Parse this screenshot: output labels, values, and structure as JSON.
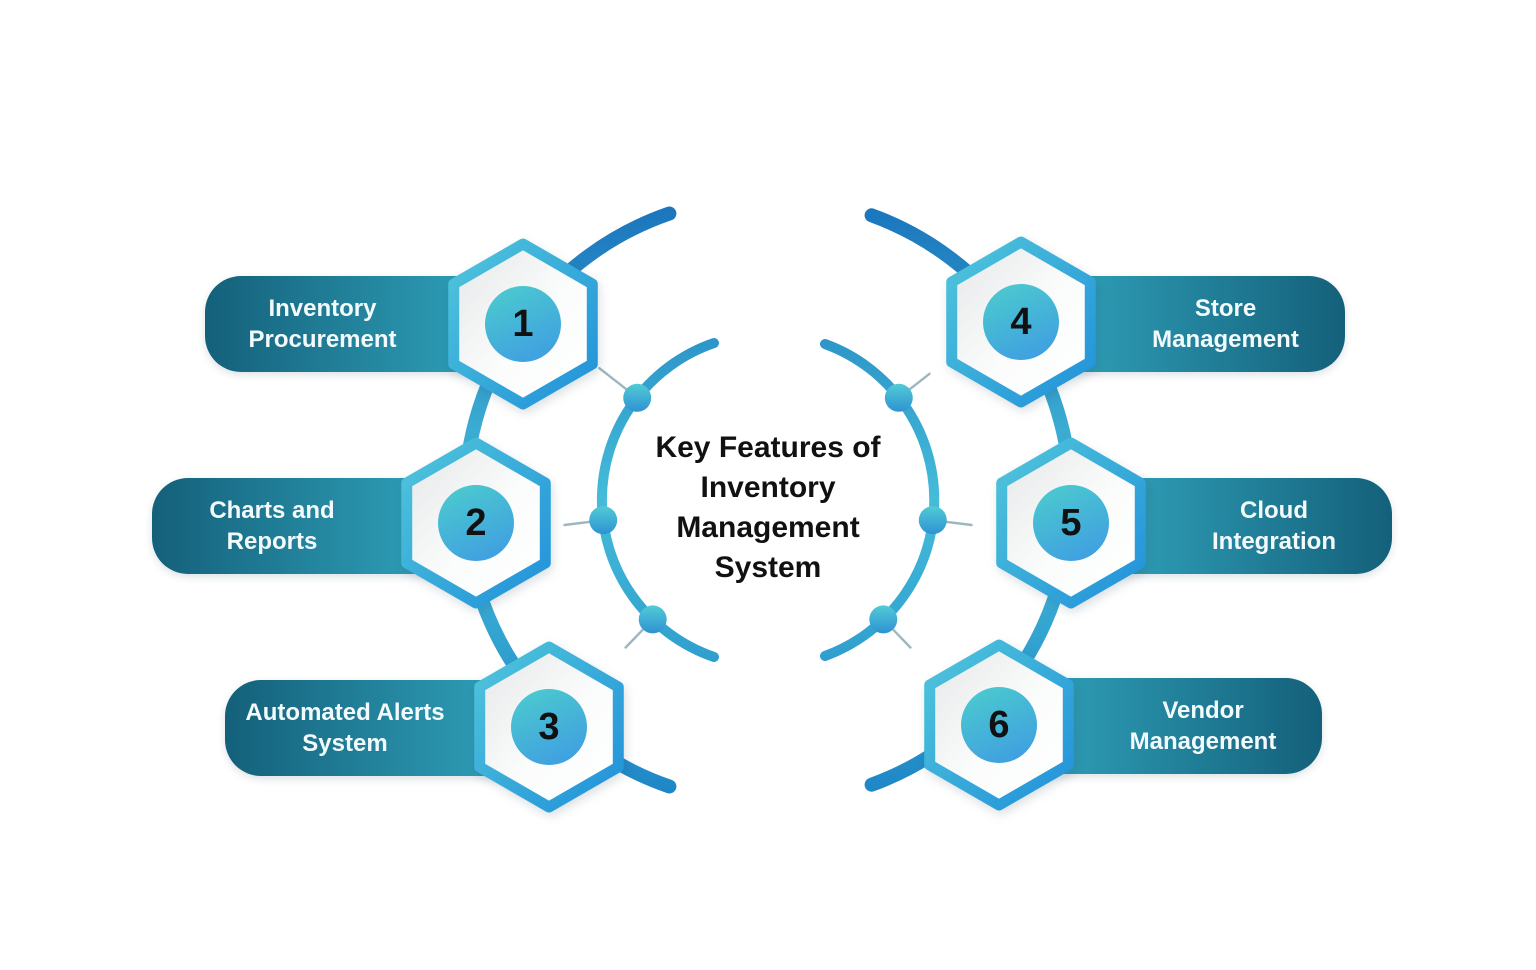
{
  "title": {
    "full": "Key Features of Inventory Management System",
    "lines": [
      "Key Features of",
      "Inventory",
      "Management",
      "System"
    ]
  },
  "features": [
    {
      "number": "1",
      "label": "Inventory Procurement",
      "lines": [
        "Inventory",
        "Procurement"
      ]
    },
    {
      "number": "2",
      "label": "Charts and Reports",
      "lines": [
        "Charts and",
        "Reports"
      ]
    },
    {
      "number": "3",
      "label": "Automated Alerts System",
      "lines": [
        "Automated Alerts",
        "System"
      ]
    },
    {
      "number": "4",
      "label": "Store Management",
      "lines": [
        "Store",
        "Management"
      ]
    },
    {
      "number": "5",
      "label": "Cloud Integration",
      "lines": [
        "Cloud",
        "Integration"
      ]
    },
    {
      "number": "6",
      "label": "Vendor Management",
      "lines": [
        "Vendor",
        "Management"
      ]
    }
  ],
  "colors": {
    "background": "#ffffff",
    "pill_dark_teal": "#14607a",
    "pill_light_teal": "#35abc2",
    "pill_text": "#f2fafc",
    "hexagon_border_light": "#50c5da",
    "hexagon_border_dark": "#2191da",
    "hexagon_fill_light": "#e5e7e8",
    "number_circle_top": "#4bc9cf",
    "number_circle_bottom": "#3f9ee1",
    "number_text": "#111111",
    "connector_blue_dark": "#1a74bc",
    "connector_cyan": "#44bcd9",
    "tick_gray": "#9db6c0",
    "title_text": "#111111"
  }
}
